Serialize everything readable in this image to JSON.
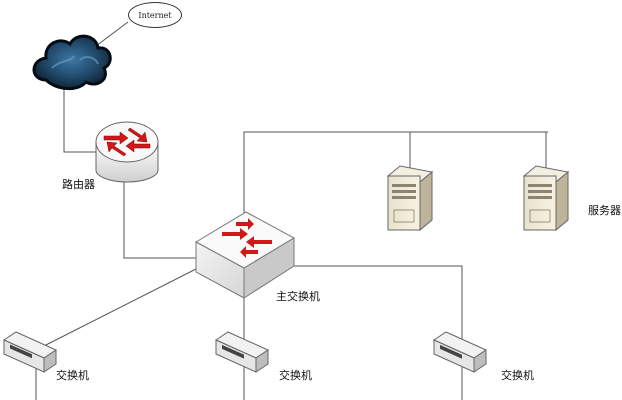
{
  "nodes": {
    "internet": "Internet",
    "router": "路由器",
    "core_switch": "主交换机",
    "servers": "服务器",
    "access_switch_1": "交换机",
    "access_switch_2": "交换机",
    "access_switch_3": "交换机"
  }
}
